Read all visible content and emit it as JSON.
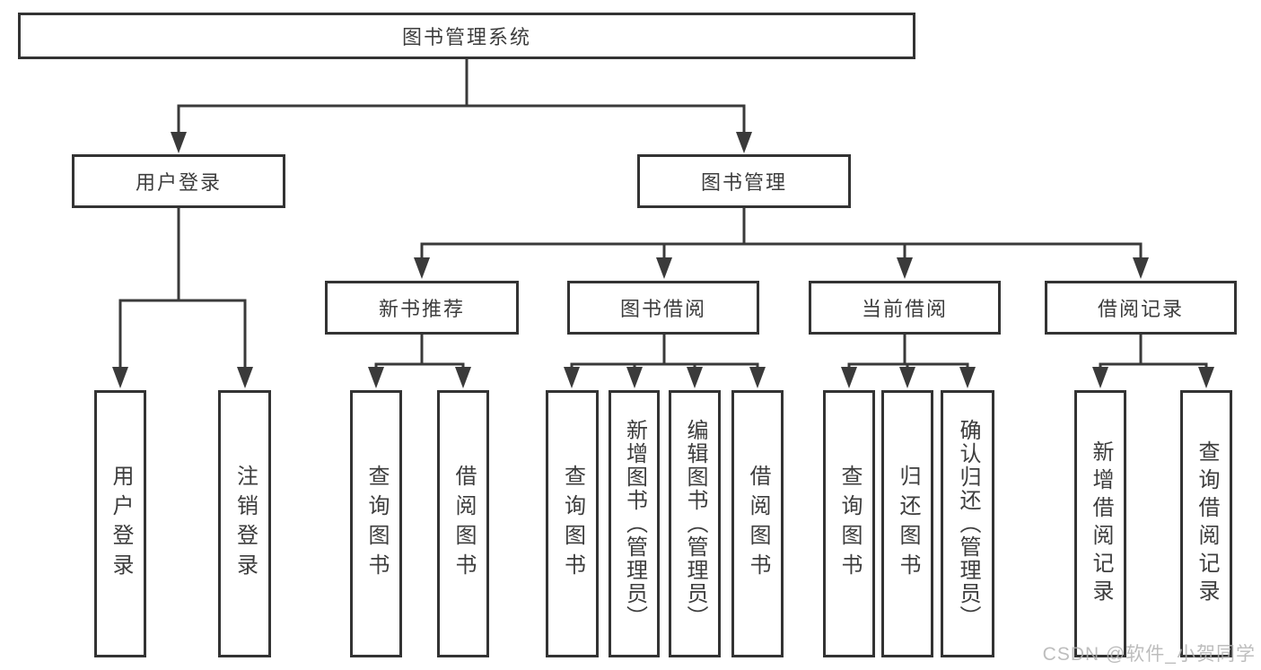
{
  "title": "图书管理系统",
  "watermark": "CSDN @软件_小贺同学",
  "colors": {
    "box_border": "#333333",
    "text": "#3d3d3d",
    "connector_line": "#3a3a3a",
    "background": "#ffffff",
    "watermark": "#b2b2b2"
  },
  "diagram_type": "hierarchy-tree",
  "nodes": {
    "root": {
      "label": "图书管理系统"
    },
    "level2": [
      {
        "label": "用户登录"
      },
      {
        "label": "图书管理"
      }
    ],
    "level3": [
      {
        "label": "新书推荐",
        "parent": "图书管理"
      },
      {
        "label": "图书借阅",
        "parent": "图书管理"
      },
      {
        "label": "当前借阅",
        "parent": "图书管理"
      },
      {
        "label": "借阅记录",
        "parent": "图书管理"
      }
    ],
    "leaves": [
      {
        "label": "用户登录",
        "parent": "用户登录"
      },
      {
        "label": "注销登录",
        "parent": "用户登录"
      },
      {
        "label": "查询图书",
        "parent": "新书推荐"
      },
      {
        "label": "借阅图书",
        "parent": "新书推荐"
      },
      {
        "label": "查询图书",
        "parent": "图书借阅"
      },
      {
        "label": "新增图书（管理员）",
        "parent": "图书借阅"
      },
      {
        "label": "编辑图书（管理员）",
        "parent": "图书借阅"
      },
      {
        "label": "借阅图书",
        "parent": "图书借阅"
      },
      {
        "label": "查询图书",
        "parent": "当前借阅"
      },
      {
        "label": "归还图书",
        "parent": "当前借阅"
      },
      {
        "label": "确认归还（管理员）",
        "parent": "当前借阅"
      },
      {
        "label": "新增借阅记录",
        "parent": "借阅记录"
      },
      {
        "label": "查询借阅记录",
        "parent": "借阅记录"
      }
    ]
  }
}
